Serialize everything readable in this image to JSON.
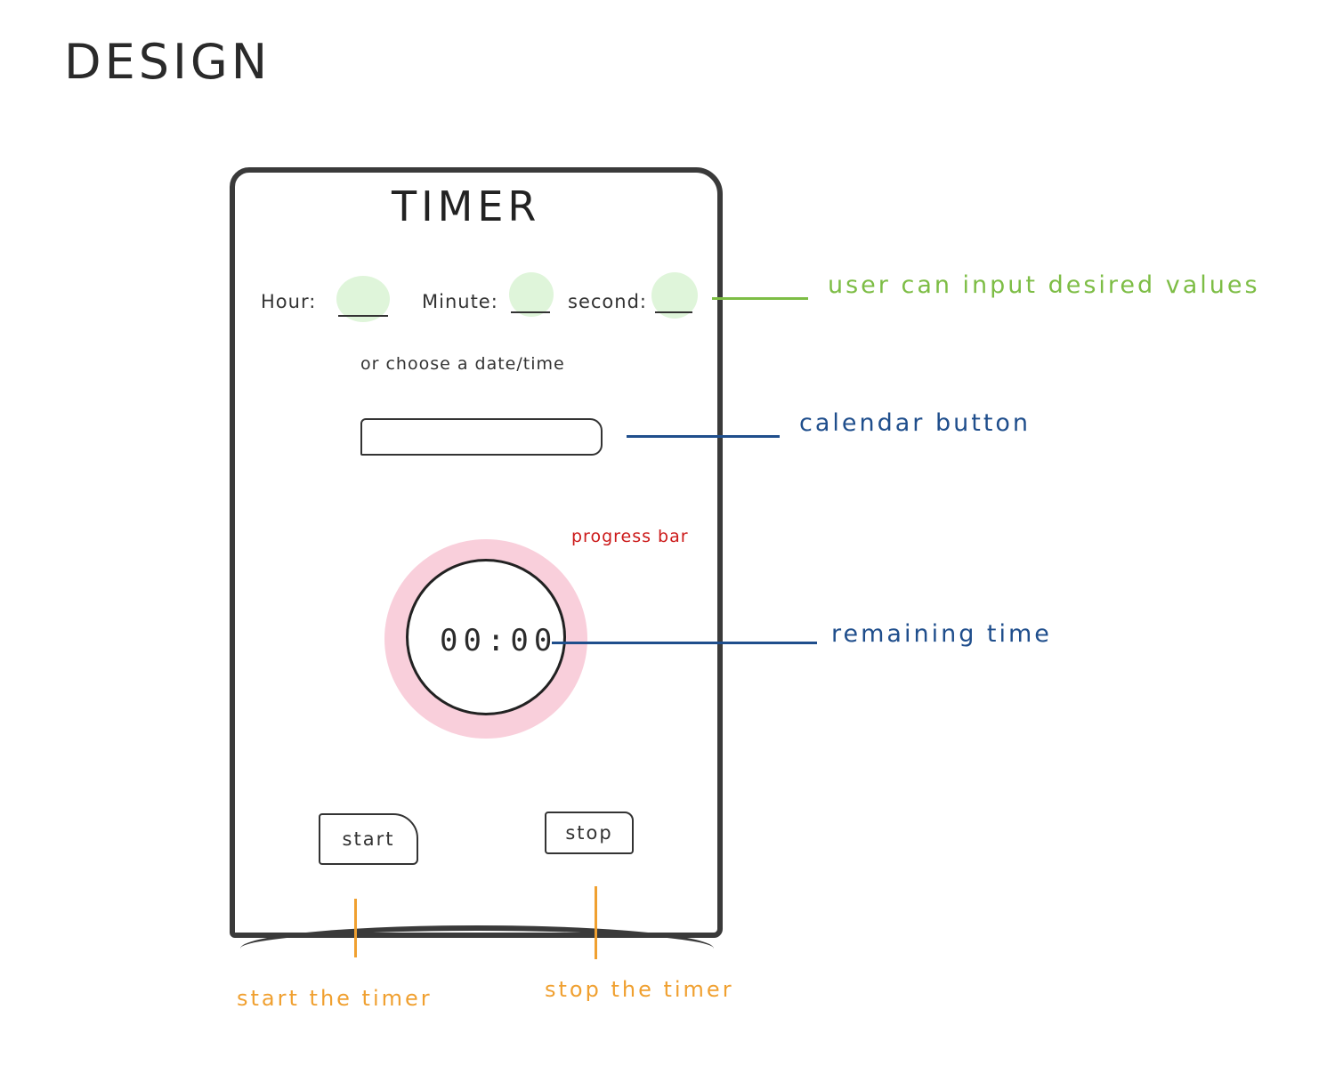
{
  "page": {
    "title": "DESIGN"
  },
  "app": {
    "title": "TIMER",
    "fields": {
      "hour_label": "Hour:",
      "minute_label": "Minute:",
      "second_label": "second:"
    },
    "choose_text": "or choose a date/time",
    "remaining_time": "00:00",
    "start_label": "start",
    "stop_label": "stop"
  },
  "annotations": {
    "inputs": "user can input desired values",
    "calendar": "calendar button",
    "progress": "progress bar",
    "remaining": "remaining time",
    "start": "start the timer",
    "stop": "stop the timer"
  },
  "colors": {
    "inputs_annotation": "#7dbd45",
    "calendar_annotation": "#1f4e8c",
    "progress_annotation": "#cc1a1a",
    "remaining_annotation": "#1f4e8c",
    "button_annotation": "#f0a030",
    "progress_ring": "#f9cfdb",
    "input_blob": "#dff5da"
  }
}
